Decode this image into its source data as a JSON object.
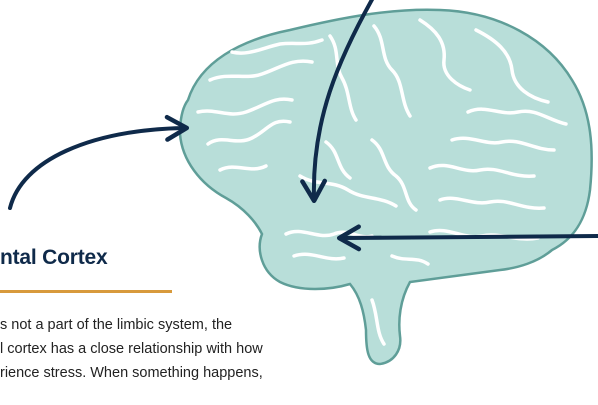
{
  "colors": {
    "brain_fill": "#b8ded9",
    "brain_outline": "#5f9e98",
    "sulci": "#ffffff",
    "arrow": "#0f2a4a",
    "heading": "#0f2a4a",
    "rule": "#d89a3c",
    "body_text": "#222222"
  },
  "section": {
    "heading": "ntal Cortex",
    "body_lines": [
      "s not a part of the limbic system, the",
      "l cortex has a close relationship with how",
      "rience stress. When something happens,"
    ]
  }
}
